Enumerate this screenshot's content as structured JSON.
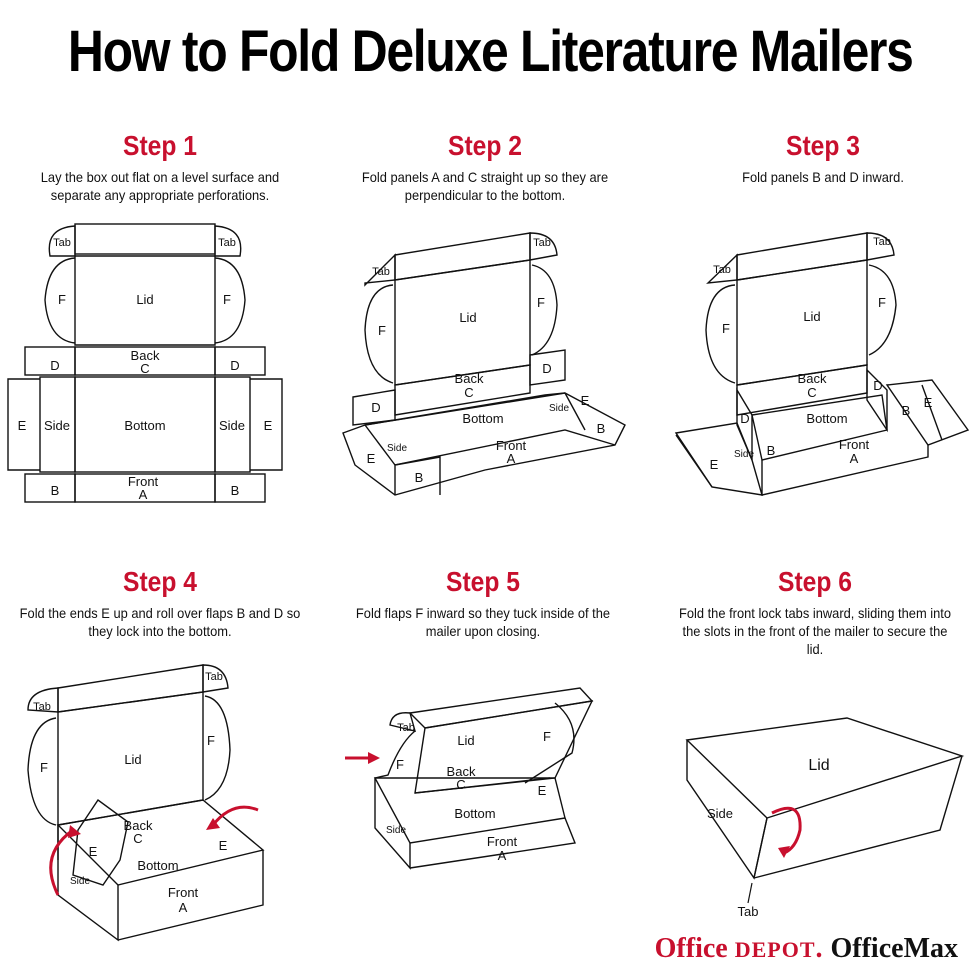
{
  "title": "How to Fold Deluxe Literature Mailers",
  "steps": [
    {
      "heading": "Step 1",
      "text": "Lay the box out flat on a level surface and separate any appropriate perforations."
    },
    {
      "heading": "Step 2",
      "text": "Fold panels A and C straight up so they are perpendicular to the bottom."
    },
    {
      "heading": "Step 3",
      "text": "Fold panels B and D inward."
    },
    {
      "heading": "Step 4",
      "text": "Fold the ends E up and roll over flaps B and D so they lock into the bottom."
    },
    {
      "heading": "Step 5",
      "text": "Fold flaps F inward so they tuck inside of the mailer upon closing."
    },
    {
      "heading": "Step 6",
      "text": "Fold the front lock tabs inward, sliding them into the slots in the front of the mailer to secure the lid."
    }
  ],
  "labels": {
    "tab": "Tab",
    "lid": "Lid",
    "f": "F",
    "back": "Back",
    "c": "C",
    "d": "D",
    "side": "Side",
    "bottom": "Bottom",
    "e": "E",
    "front": "Front",
    "a": "A",
    "b": "B"
  },
  "colors": {
    "accent": "#c8102e",
    "line": "#111111"
  },
  "logo": {
    "office": "Office",
    "depot": "DEPOT",
    "officemax": "OfficeMax"
  }
}
